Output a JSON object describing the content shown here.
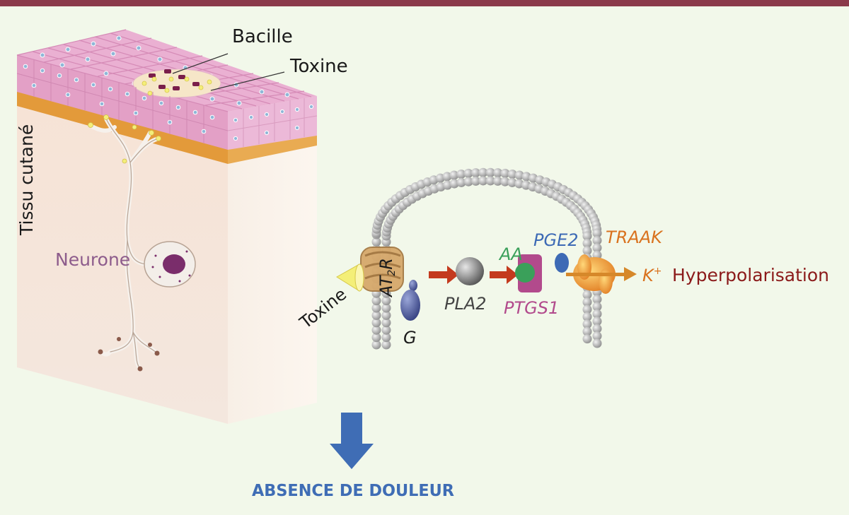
{
  "labels": {
    "bacille": "Bacille",
    "toxine_top": "Toxine",
    "tissu": "Tissu cutané",
    "neurone": "Neurone",
    "toxine_left": "Toxine",
    "receptor_at": "AT",
    "receptor_sub": "2",
    "receptor_r": "R",
    "g_protein": "G",
    "pla2": "PLA2",
    "aa": "AA",
    "ptgs1": "PTGS1",
    "pge2": "PGE2",
    "traak": "TRAAK",
    "k_ion": "K",
    "k_sup": "+",
    "hyper": "Hyperpolarisation",
    "absence": "ABSENCE DE DOULEUR"
  },
  "colors": {
    "top_bar": "#8b3a4a",
    "background": "#f2f8ea",
    "skin_pink": "#e9a9cf",
    "cell_nucleus": "#7fb2d6",
    "dermis": "#f3e2d8",
    "orange_layer": "#e39a3a",
    "neuron": "#efe8e3",
    "neuron_nucleus": "#7a2d6b",
    "membrane_bead": "#b5b5b5",
    "arrow_red": "#c43a1e",
    "arrow_orange": "#d6882a",
    "aa_green": "#3aa05a",
    "ptgs1_magenta": "#b24a8c",
    "pge2_blue": "#3d6ab5",
    "traak_orange": "#d9721e",
    "hyper_dark_red": "#8b1a1a",
    "down_arrow_blue": "#3f6db5",
    "neurone_text": "#8d5c8c"
  }
}
